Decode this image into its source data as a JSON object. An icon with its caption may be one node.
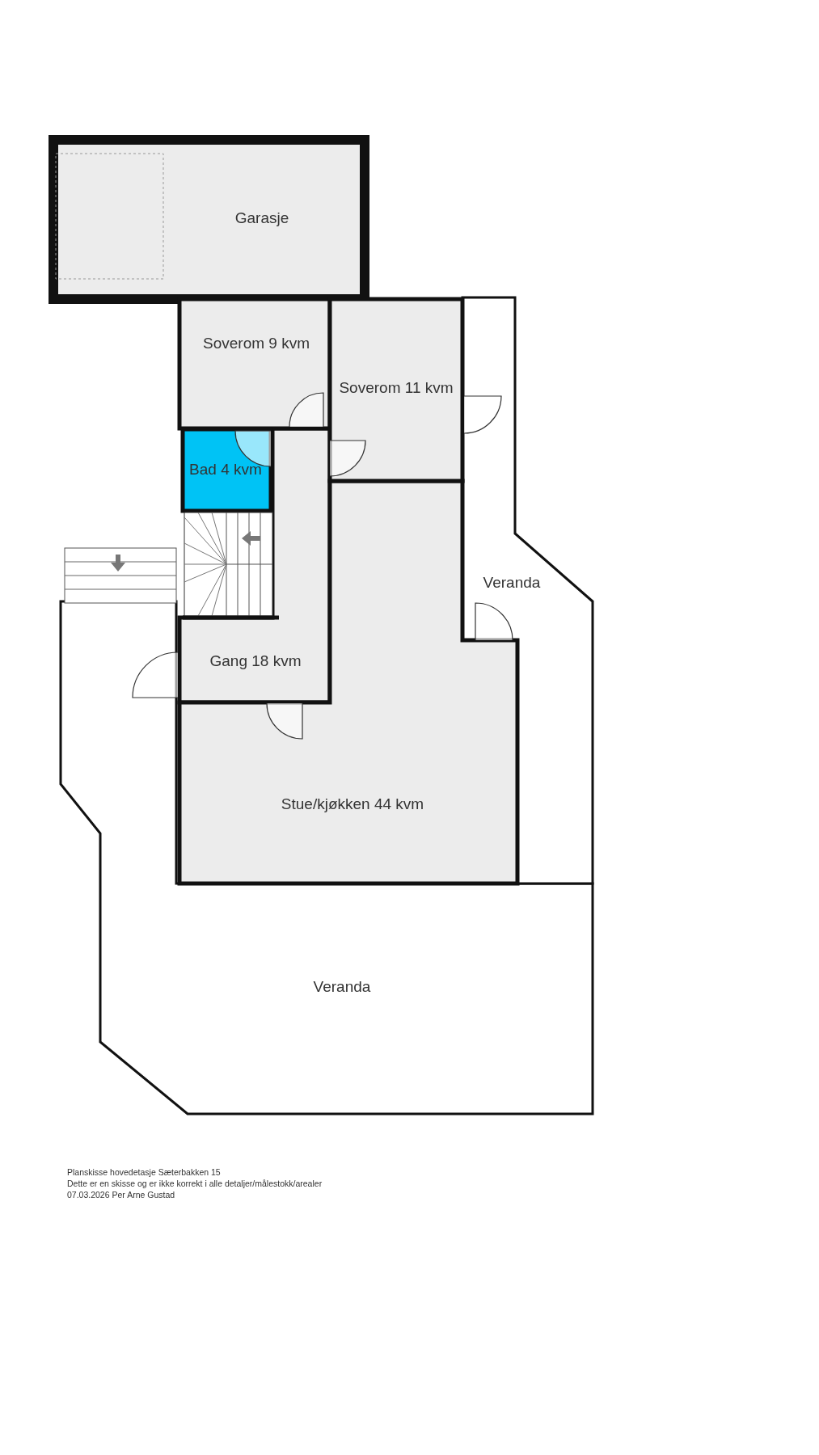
{
  "diagram": {
    "nodes": [
      {
        "text": [
          "Garasje"
        ]
      },
      {
        "text": [
          "Soverom 9 kvm"
        ]
      },
      {
        "text": [
          "Soverom 11 kvm"
        ]
      },
      {
        "text": [
          "Bad 4 kvm"
        ]
      },
      {
        "text": [
          "Veranda"
        ]
      },
      {
        "text": [
          "Gang 18 kvm"
        ]
      },
      {
        "text": [
          "Stue/kjøkken 44 kvm"
        ]
      },
      {
        "text": [
          "Veranda"
        ]
      }
    ],
    "labels": [
      "Planskisse hovedetasje Sæterbakken 15",
      "Dette er en skisse og er ikke korrekt i alle detaljer/målestokk/arealer",
      "07.03.2026 Per Arne Gustad"
    ]
  }
}
